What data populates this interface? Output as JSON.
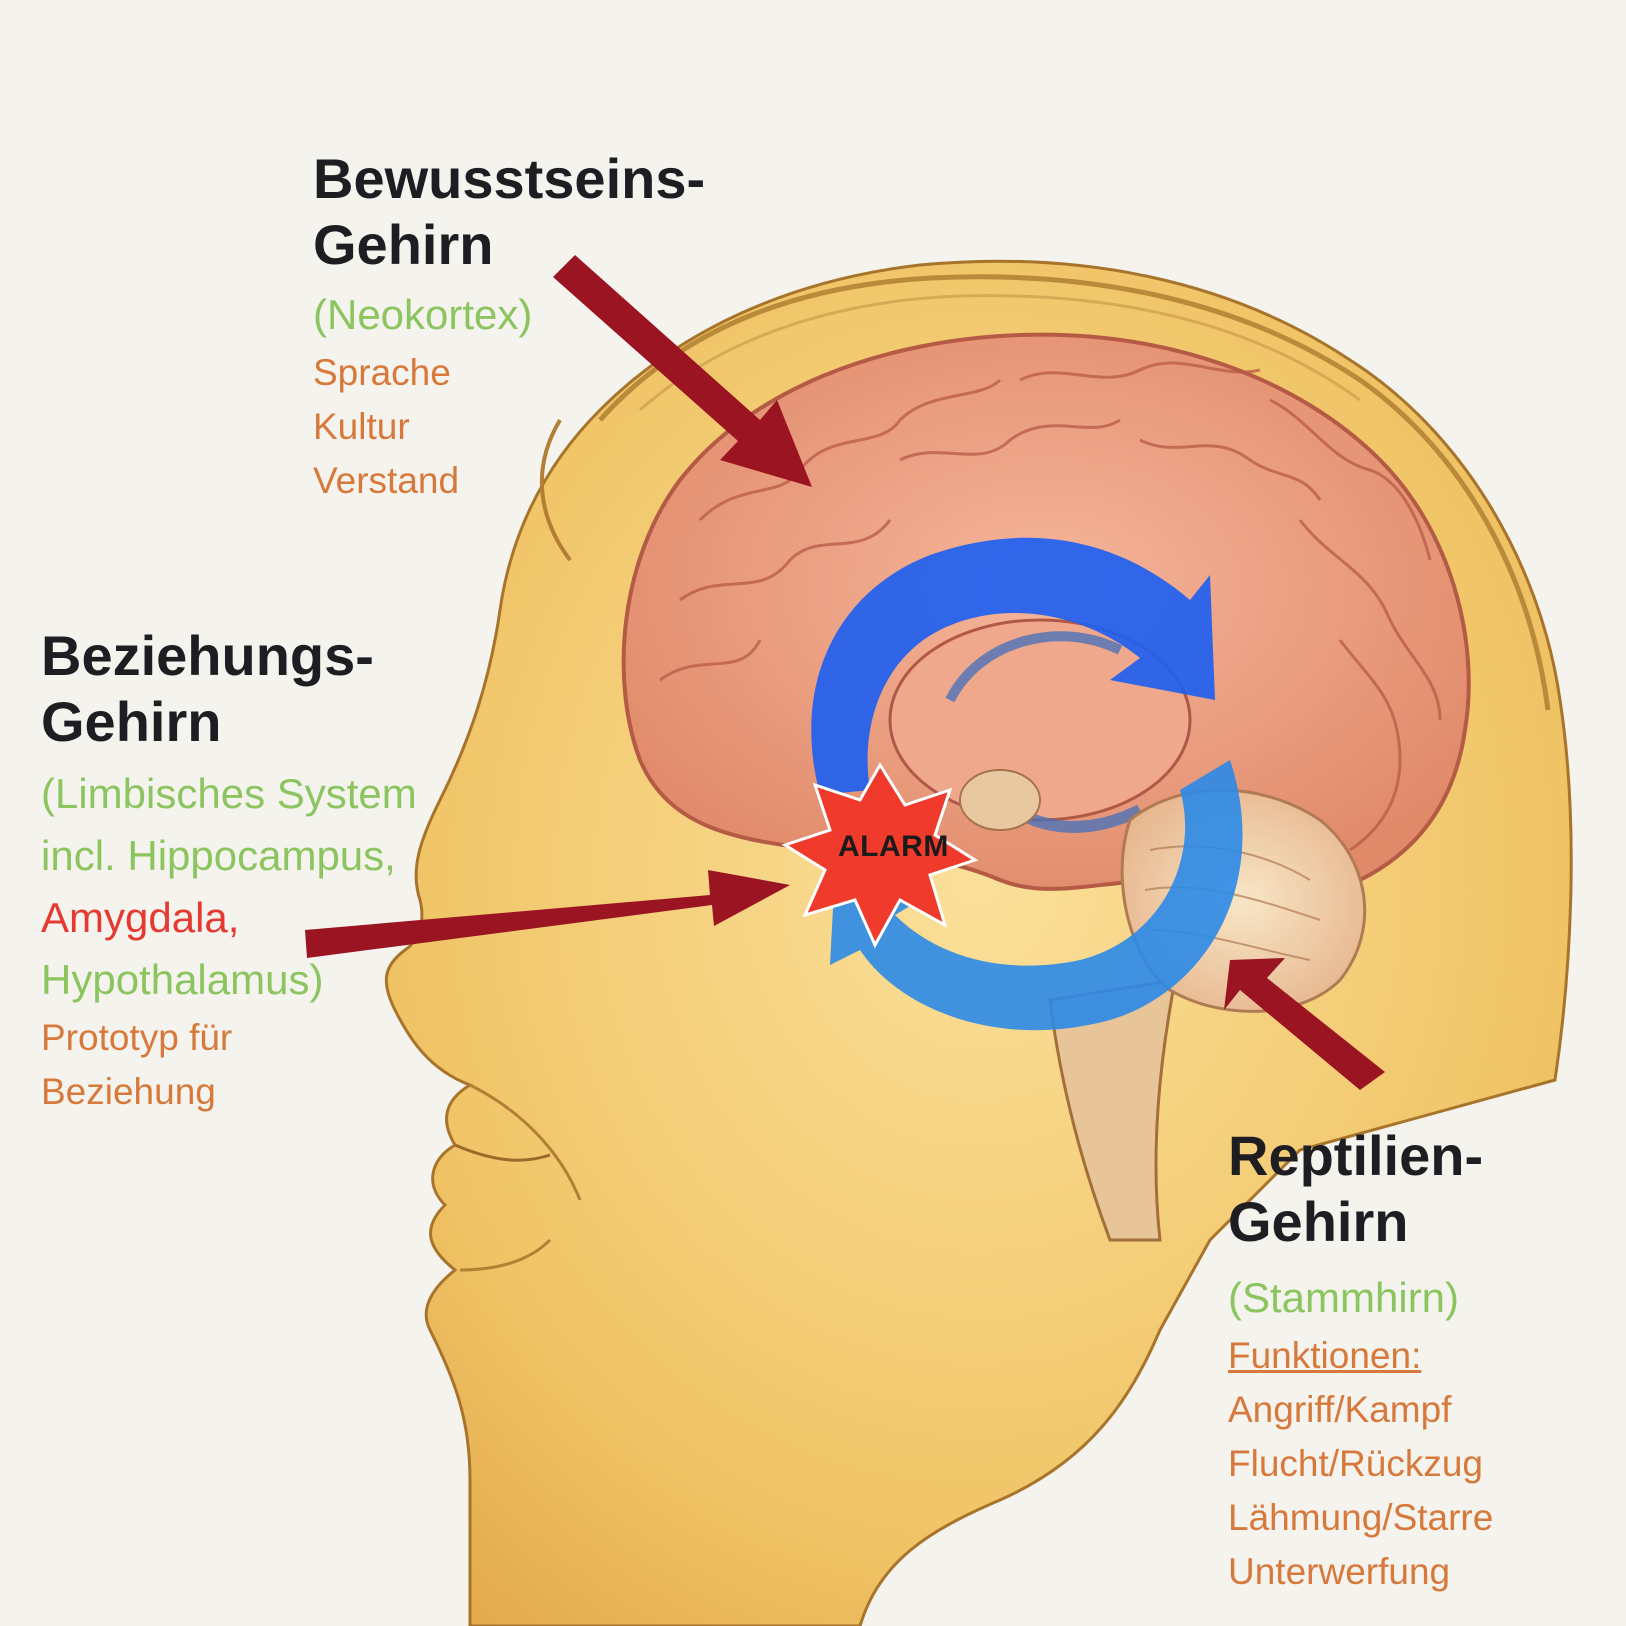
{
  "neocortex": {
    "title_1": "Bewusstseins-",
    "title_2": "Gehirn",
    "subtitle": "(Neokortex)",
    "items": [
      "Sprache",
      "Kultur",
      "Verstand"
    ]
  },
  "limbic": {
    "title_1": "Beziehungs-",
    "title_2": "Gehirn",
    "line_1": "(Limbisches System",
    "line_2": "incl. Hippocampus,",
    "line_3": "Amygdala,",
    "line_4": "Hypothalamus)",
    "items": [
      "Prototyp für",
      "Beziehung"
    ]
  },
  "reptile": {
    "title_1": "Reptilien-",
    "title_2": "Gehirn",
    "subtitle": "(Stammhirn)",
    "functions_label": "Funktionen:",
    "items": [
      "Angriff/Kampf",
      "Flucht/Rückzug",
      "Lähmung/Starre",
      "Unterwerfung"
    ]
  },
  "alarm": {
    "label": "ALARM"
  },
  "colors": {
    "title": "#1d1d22",
    "green": "#8cc55f",
    "orange": "#d8793c",
    "red_text": "#e43a31",
    "arrow": "#9b1422",
    "cycle_arrow": "#1f5ff0",
    "burst": "#f03a2c",
    "skin": "#f1c46a",
    "brain": "#ec9a7c"
  }
}
